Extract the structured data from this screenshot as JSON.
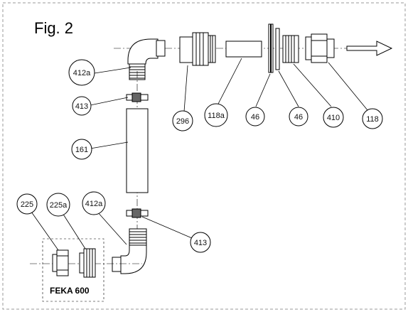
{
  "figure": {
    "title": "Fig. 2"
  },
  "box_label": "FEKA 600",
  "callouts": {
    "c412a_top": "412a",
    "c413_top": "413",
    "c161": "161",
    "c296": "296",
    "c118a": "118a",
    "c46_a": "46",
    "c46_b": "46",
    "c410": "410",
    "c118": "118",
    "c225": "225",
    "c225a": "225a",
    "c412a_bot": "412a",
    "c413_bot": "413"
  },
  "colors": {
    "line": "#000000",
    "hatch": "#333333",
    "frame": "#9a9a9a"
  }
}
